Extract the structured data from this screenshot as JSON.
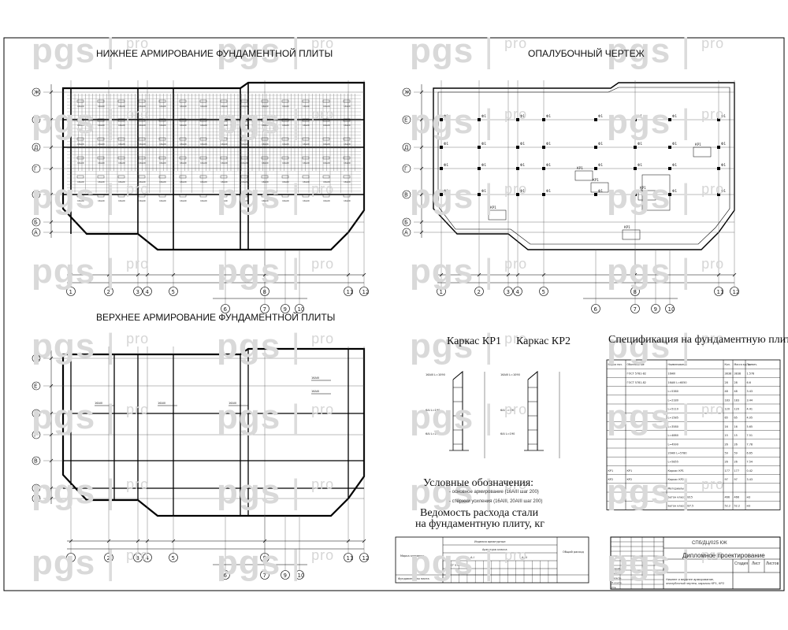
{
  "watermark": {
    "brand": "pgs",
    "suffix": "pro"
  },
  "titles": {
    "bottom_reinf": "НИЖНЕЕ АРМИРОВАНИЕ ФУНДАМЕНТНОЙ ПЛИТЫ",
    "formwork": "ОПАЛУБОЧНЫЙ ЧЕРТЕЖ",
    "top_reinf": "ВЕРХНЕЕ АРМИРОВАНИЕ ФУНДАМЕНТНОЙ ПЛИТЫ",
    "frame1": "Каркас КР1",
    "frame2": "Каркас КР2",
    "spec": "Спецификация на фундаментную плиту",
    "legend": "Условные обозначения:",
    "legend_item1": "- основное армирование (16АIII шаг 200)",
    "legend_item2": "- стержни усиления (16АIII, 20АIII шаг 200)",
    "steel_line1": "Ведомость расхода стали",
    "steel_line2": "на фундаментную плиту, кг"
  },
  "axes": {
    "letters": [
      "Ж",
      "Е",
      "Д",
      "Г",
      "В",
      "Б",
      "А"
    ],
    "numbers": [
      "1",
      "2",
      "3",
      "4",
      "5",
      "6",
      "7",
      "8",
      "9",
      "10",
      "11",
      "12"
    ]
  },
  "spec_table": {
    "headers": [
      "Марка поз.",
      "Обозначение",
      "Наименование",
      "Кол.",
      "Масса ед. кг",
      "Примеч."
    ],
    "rows": [
      [
        "",
        "ГОСТ 5781-82",
        "16АIII",
        "3838",
        "3838",
        "1.578"
      ],
      [
        "",
        "ГОСТ 5781-82",
        "16АIII L=6050",
        "28",
        "28",
        "6.6"
      ],
      [
        "",
        "",
        "L=5380",
        "48",
        "48",
        "3.43"
      ],
      [
        "",
        "",
        "L=2180",
        "183",
        "183",
        "3.44"
      ],
      [
        "",
        "",
        "L=5110",
        "120",
        "120",
        "4.41"
      ],
      [
        "",
        "",
        "L=1585",
        "65",
        "65",
        "4.05"
      ],
      [
        "",
        "",
        "L=3580",
        "16",
        "16",
        "5.65"
      ],
      [
        "",
        "",
        "L=4880",
        "15",
        "15",
        "7.51"
      ],
      [
        "",
        "",
        "L=4990",
        "26",
        "26",
        "7.78"
      ],
      [
        "",
        "",
        "20АIII L=5780",
        "59",
        "59",
        "6.65"
      ],
      [
        "",
        "",
        "L=5855",
        "26",
        "26",
        "7.54"
      ],
      [
        "КР1",
        "КР1",
        "Каркас КР1",
        "177",
        "177",
        "0.42"
      ],
      [
        "КР2",
        "КР2",
        "Каркас КР2",
        "97",
        "97",
        "3.43"
      ],
      [
        "",
        "",
        "Материалы",
        "",
        "",
        ""
      ],
      [
        "",
        "",
        "Бетон класса В15",
        "466",
        "466",
        "м3"
      ],
      [
        "",
        "",
        "Бетон класса В7.5",
        "52.2",
        "52.2",
        "м3"
      ]
    ]
  },
  "stamp": {
    "code": "СПб/ДЦ/025 КЖ",
    "name": "Дипломное проектирование",
    "sheet_desc": "Нижнее и верхнее армирование, опалубочный чертеж, каркасы КР1, КР2",
    "stage": "Стадия",
    "sheet": "Лист",
    "sheets": "Листов",
    "roles": [
      "Разраб.",
      "Пров.",
      "Т.контр.",
      "Н.контр.",
      "Утв."
    ]
  },
  "steel_table": {
    "rows": [
      "Марка элемента",
      "Изделия арматурные",
      "Арматура класса",
      "А-I",
      "А-III",
      "ГОСТ 5781-82",
      "Всего",
      "Общий расход",
      "Фундаментная плита"
    ]
  }
}
